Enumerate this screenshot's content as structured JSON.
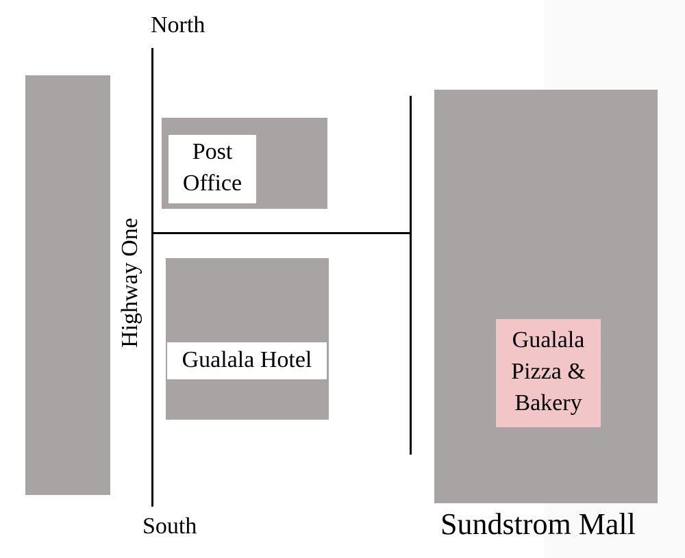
{
  "map": {
    "compass": {
      "north": "North",
      "south": "South"
    },
    "road": {
      "name": "Highway One"
    },
    "post_office": {
      "line1": "Post",
      "line2": "Office"
    },
    "hotel": {
      "name": "Gualala Hotel"
    },
    "pizza": {
      "line1": "Gualala",
      "line2": "Pizza &",
      "line3": "Bakery"
    },
    "mall": {
      "name": "Sundstrom Mall"
    }
  },
  "colors": {
    "block": "#a8a4a4",
    "highlight": "#f2c6c6",
    "road_line": "#000000",
    "background": "#ffffff"
  }
}
